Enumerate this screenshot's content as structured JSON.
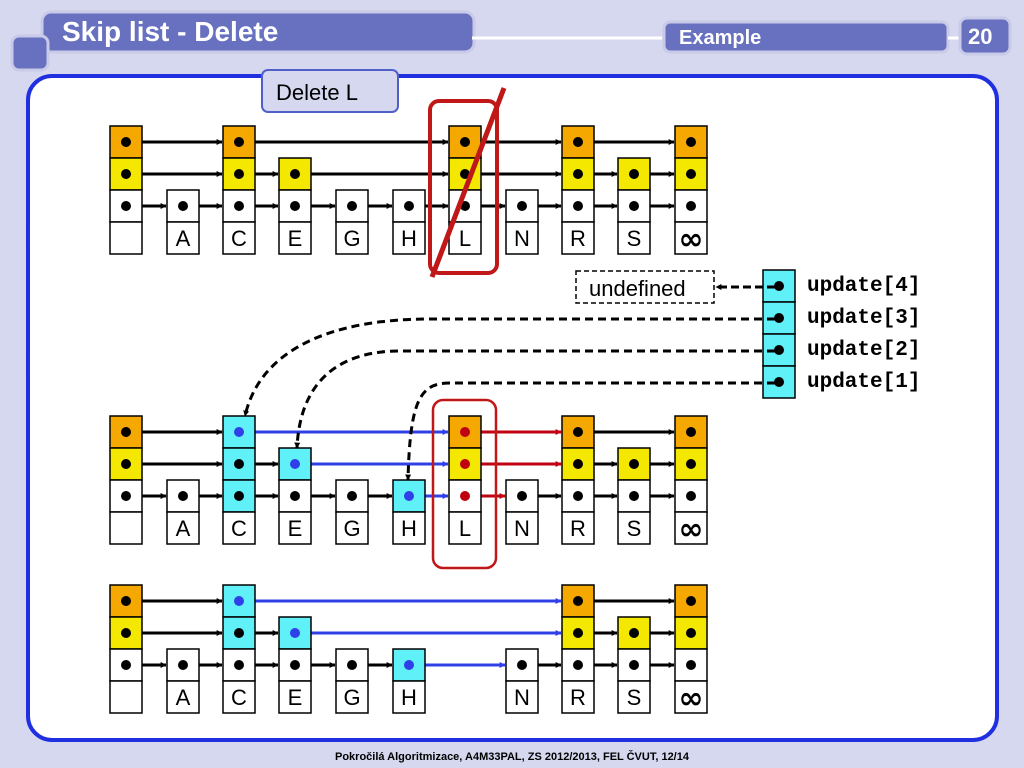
{
  "header": {
    "title": "Skip list - Delete",
    "tag": "Example",
    "page_number": "20"
  },
  "caption": "Delete L",
  "undefined_label": "undefined",
  "update_labels": [
    "update[4]",
    "update[3]",
    "update[2]",
    "update[1]"
  ],
  "keys": [
    "A",
    "C",
    "E",
    "G",
    "H",
    "L",
    "N",
    "R",
    "S"
  ],
  "infinity": "∞",
  "footer": "Pokročilá Algoritmizace, A4M33PAL, ZS 2012/2013, FEL ČVUT,  12/14",
  "colors": {
    "background": "#d6d8f0",
    "header_fill": "#6870c0",
    "frame": "#2030e0",
    "level4": "#f5a800",
    "level3": "#f5e800",
    "update": "#60f0f8",
    "blue_pointer": "#3040e8",
    "red_pointer": "#c00010",
    "deleted_frame": "#c01818"
  }
}
